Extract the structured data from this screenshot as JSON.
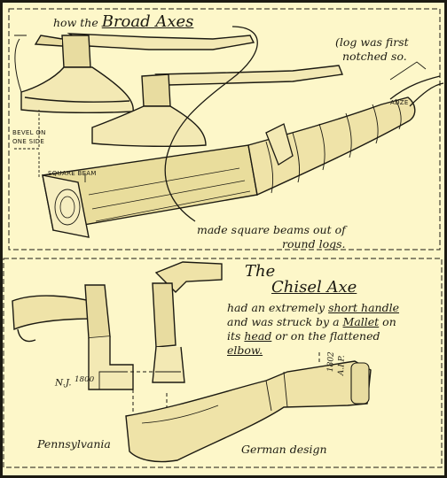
{
  "top": {
    "title_prefix": "how the",
    "title_emph": "Broad Axes",
    "note_line1": "(log was first",
    "note_line2": "notched so.",
    "adze_label": "ADZE",
    "bevel_line1": "BEVEL ON",
    "bevel_line2": "ONE SIDE",
    "square_beam_label": "SQUARE BEAM",
    "caption_line1": "made square beams out of",
    "caption_line2": "round logs."
  },
  "bottom": {
    "title_the": "The",
    "title_name": "Chisel Axe",
    "desc_line1_a": "had an extremely",
    "desc_line1_b": "short handle",
    "desc_line2_a": "and was struck by a",
    "desc_line2_b": "Mallet",
    "desc_line2_c": "on",
    "desc_line3_a": "its",
    "desc_line3_b": "head",
    "desc_line3_c": "or on the flattened",
    "desc_line4": "elbow.",
    "nj_label": "N.J.",
    "nj_year": "1800",
    "stamp_line1": "1802",
    "stamp_line2": "A.I.P.",
    "pennsylvania_label": "Pennsylvania",
    "german_label": "German design"
  },
  "colors": {
    "paper": "#fdf7c9",
    "ink": "#1c1a12"
  }
}
